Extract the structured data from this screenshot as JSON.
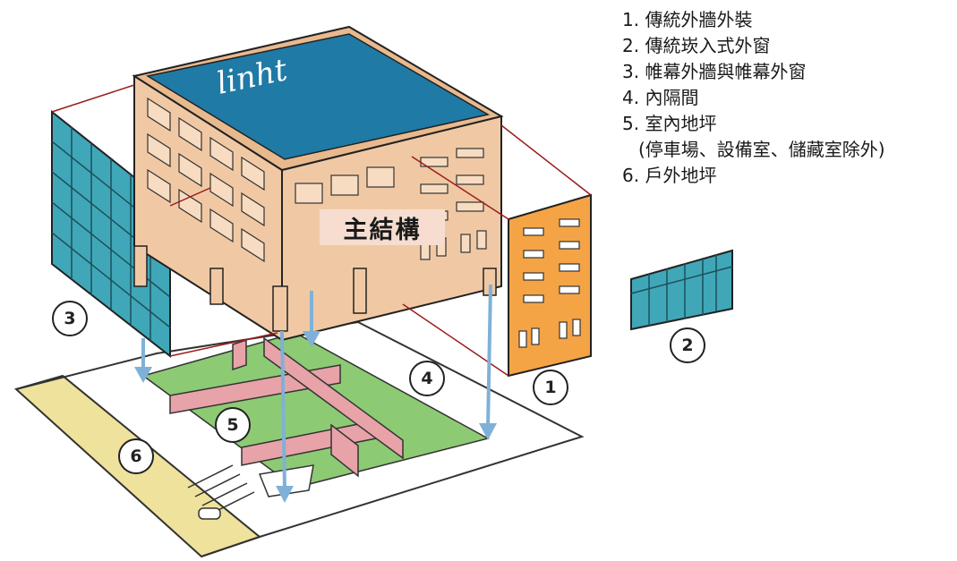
{
  "legend": {
    "items": [
      "1. 傳統外牆外裝",
      "2. 傳統崁入式外窗",
      "3. 帷幕外牆與帷幕外窗",
      "4. 內隔間",
      "5. 室內地坪",
      "(停車場、設備室、儲藏室除外)",
      "6. 戶外地坪"
    ]
  },
  "main_structure_label": "主結構",
  "badges": {
    "b1": "1",
    "b2": "2",
    "b3": "3",
    "b4": "4",
    "b5": "5",
    "b6": "6"
  },
  "roof_signature": "linht",
  "colors": {
    "roof": "#1f7aa6",
    "building": "#f0c9a4",
    "facade_panel": "#f4a445",
    "curtain_wall": "#3fa7b8",
    "floor_green": "#8dca74",
    "walls_pink": "#e7a3a8",
    "outdoor_yellow": "#efe29c",
    "arrow": "#7fb1d8",
    "leader_line": "#9b1c1c"
  }
}
